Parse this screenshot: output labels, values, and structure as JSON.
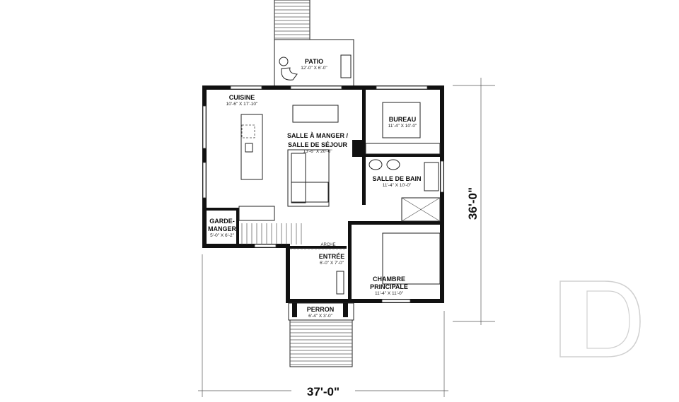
{
  "plan": {
    "rooms": [
      {
        "name": "PATIO",
        "size": "12'-0\" X 6'-0\""
      },
      {
        "name": "CUISINE",
        "size": "10'-6\" X 17'-10\""
      },
      {
        "name": "SALLE À MANGER /",
        "name2": "SALLE DE SÉJOUR",
        "size": "13'-6\" X 20'-6\""
      },
      {
        "name": "BUREAU",
        "size": "11'-4\" X 10'-0\""
      },
      {
        "name": "SALLE DE BAIN",
        "size": "11'-4\" X 10'-0\""
      },
      {
        "name": "GARDE-",
        "name2": "MANGER",
        "size": "5'-0\" X 6'-2\""
      },
      {
        "name": "ENTRÉE",
        "size": "6'-0\" X 7'-0\""
      },
      {
        "name": "CHAMBRE",
        "name2": "PRINCIPALE",
        "size": "11'-4\" X 11'-0\""
      },
      {
        "name": "PERRON",
        "size": "6'-4\" X 3'-0\""
      }
    ],
    "arch_label": "ARCHE",
    "dimensions": {
      "depth": "36'-0\"",
      "width": "37'-0\""
    },
    "logo_letter": "D",
    "colors": {
      "walls": "#111111",
      "logo_outline": "#d0d0d0"
    }
  }
}
